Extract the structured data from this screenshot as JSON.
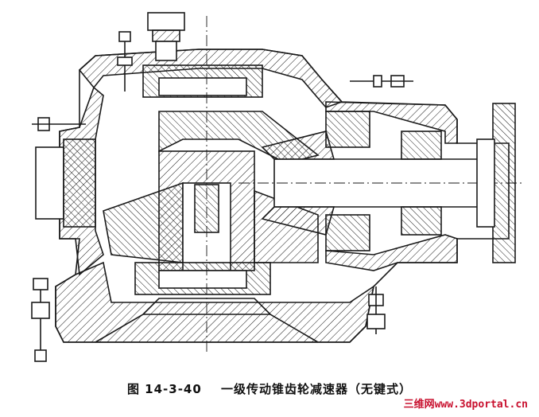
{
  "caption": {
    "number": "图 14-3-40",
    "title": "一级传动锥齿轮减速器（无键式）"
  },
  "watermark": {
    "text": "三维网www.3dportal.cn",
    "color": "#c8102e"
  },
  "colors": {
    "line": "#1a1a1a",
    "background": "#ffffff"
  }
}
